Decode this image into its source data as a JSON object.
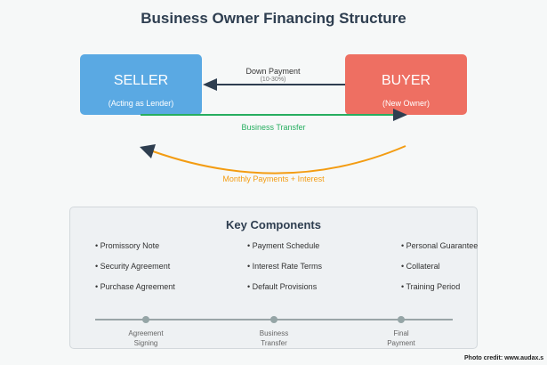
{
  "title": "Business Owner Financing Structure",
  "seller": {
    "label": "SELLER",
    "sublabel": "(Acting as Lender)",
    "color": "#5aa9e3"
  },
  "buyer": {
    "label": "BUYER",
    "sublabel": "(New Owner)",
    "color": "#ee6f62"
  },
  "flows": {
    "down_payment": {
      "label": "Down Payment",
      "sublabel": "(10-30%)"
    },
    "business_transfer": {
      "label": "Business Transfer",
      "color": "#27ae60"
    },
    "monthly_payments": {
      "label": "Monthly Payments + Interest",
      "color": "#f39c12"
    }
  },
  "key_components": {
    "title": "Key Components",
    "columns": [
      [
        "Promissory Note",
        "Security Agreement",
        "Purchase Agreement"
      ],
      [
        "Payment Schedule",
        "Interest Rate Terms",
        "Default Provisions"
      ],
      [
        "Personal Guarantee",
        "Collateral",
        "Training Period"
      ]
    ]
  },
  "timeline": [
    {
      "line1": "Agreement",
      "line2": "Signing"
    },
    {
      "line1": "Business",
      "line2": "Transfer"
    },
    {
      "line1": "Final",
      "line2": "Payment"
    }
  ],
  "credit": "Photo credit:  www.audax.s"
}
